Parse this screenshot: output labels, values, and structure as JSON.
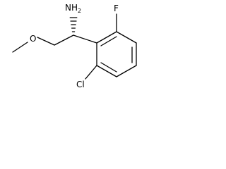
{
  "molecule": {
    "atoms": {
      "nh2": "NH2",
      "nh2_main": "NH",
      "nh2_sub": "2",
      "oxygen": "O",
      "fluorine": "F",
      "chlorine": "Cl"
    },
    "colors": {
      "bond": "#000000",
      "background": "#ffffff"
    }
  }
}
